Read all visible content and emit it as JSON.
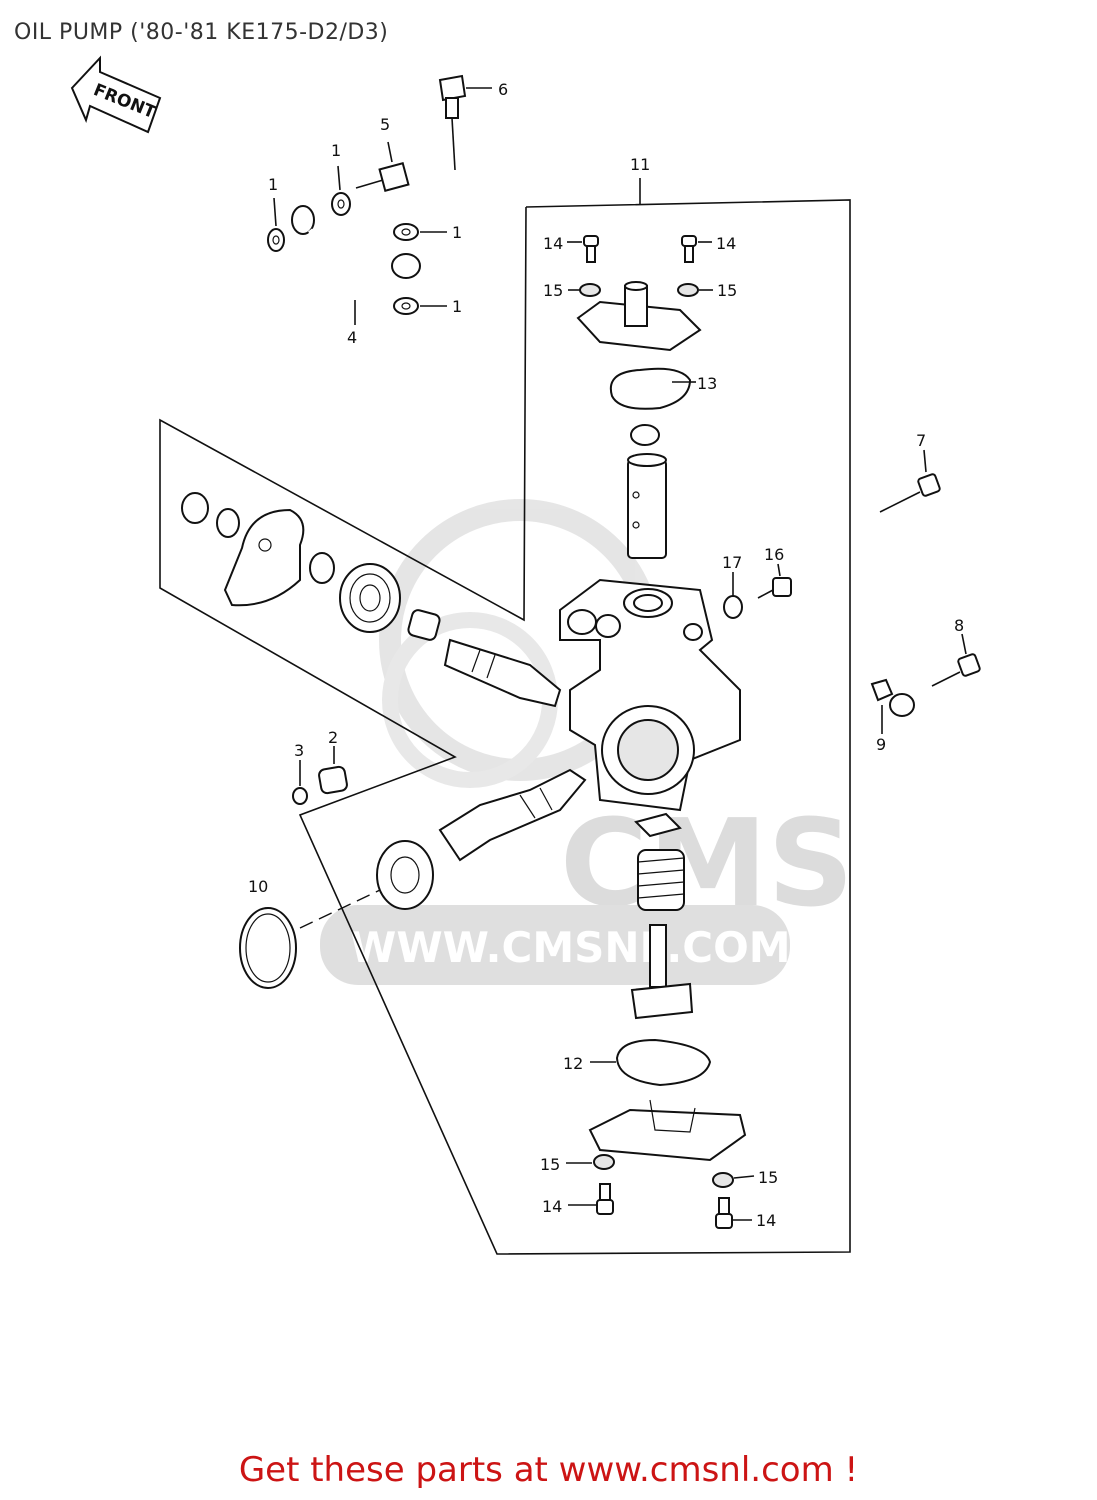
{
  "title": "OIL PUMP ('80-'81 KE175-D2/D3)",
  "front_label": "FRONT",
  "watermark": {
    "brand": "CMS",
    "url": "WWW.CMSNL.COM"
  },
  "callouts": [
    {
      "id": "c6a",
      "text": "6"
    },
    {
      "id": "c5a",
      "text": "5"
    },
    {
      "id": "c1a",
      "text": "1"
    },
    {
      "id": "c1b",
      "text": "1"
    },
    {
      "id": "c1c",
      "text": "1"
    },
    {
      "id": "c1d",
      "text": "1"
    },
    {
      "id": "c4a",
      "text": "4"
    },
    {
      "id": "c11a",
      "text": "11"
    },
    {
      "id": "c14a",
      "text": "14"
    },
    {
      "id": "c14b",
      "text": "14"
    },
    {
      "id": "c15a",
      "text": "15"
    },
    {
      "id": "c15b",
      "text": "15"
    },
    {
      "id": "c13a",
      "text": "13"
    },
    {
      "id": "c7a",
      "text": "7"
    },
    {
      "id": "c17a",
      "text": "17"
    },
    {
      "id": "c16a",
      "text": "16"
    },
    {
      "id": "c8a",
      "text": "8"
    },
    {
      "id": "c9a",
      "text": "9"
    },
    {
      "id": "c3a",
      "text": "3"
    },
    {
      "id": "c2a",
      "text": "2"
    },
    {
      "id": "c10a",
      "text": "10"
    },
    {
      "id": "c12a",
      "text": "12"
    },
    {
      "id": "c15c",
      "text": "15"
    },
    {
      "id": "c15d",
      "text": "15"
    },
    {
      "id": "c14c",
      "text": "14"
    },
    {
      "id": "c14d",
      "text": "14"
    }
  ],
  "footer": "Get these parts at www.cmsnl.com !"
}
